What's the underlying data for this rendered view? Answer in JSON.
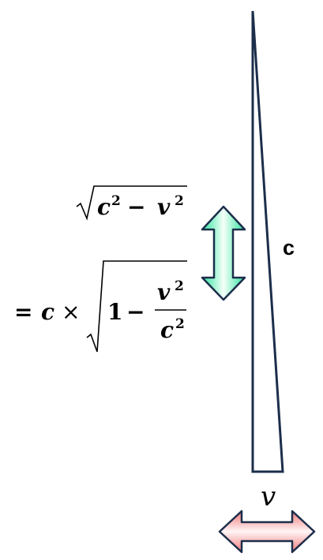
{
  "labels": {
    "hypotenuse": "c",
    "base": "v",
    "sqrt_top": {
      "c": "c",
      "minus": "−",
      "v": "v",
      "exp": "2"
    },
    "formula": {
      "equals": "=",
      "c": "c",
      "times": "×",
      "one": "1",
      "minus": "−",
      "numerator": "v",
      "denominator": "c",
      "exp": "2"
    }
  },
  "colors": {
    "triangle_stroke": "#1c2e4a",
    "vertical_arrow": "#2ee5a0",
    "horizontal_arrow": "#f07a7a",
    "arrow_outline": "#1c2e4a"
  }
}
